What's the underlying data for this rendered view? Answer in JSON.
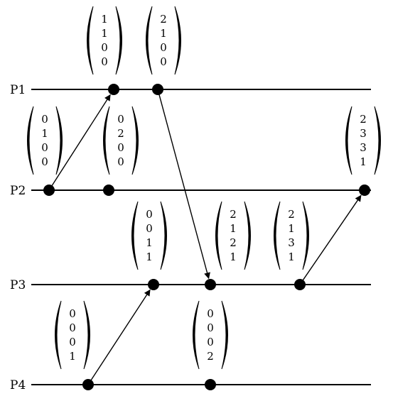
{
  "processes": [
    {
      "id": "p1",
      "label": "P1"
    },
    {
      "id": "p2",
      "label": "P2"
    },
    {
      "id": "p3",
      "label": "P3"
    },
    {
      "id": "p4",
      "label": "P4"
    }
  ],
  "events": [
    {
      "id": "p1-e1",
      "process": "p1",
      "vector": [
        "1",
        "1",
        "0",
        "0"
      ]
    },
    {
      "id": "p1-e2",
      "process": "p1",
      "vector": [
        "2",
        "1",
        "0",
        "0"
      ]
    },
    {
      "id": "p2-e1",
      "process": "p2",
      "vector": [
        "0",
        "1",
        "0",
        "0"
      ]
    },
    {
      "id": "p2-e2",
      "process": "p2",
      "vector": [
        "0",
        "2",
        "0",
        "0"
      ]
    },
    {
      "id": "p2-e3",
      "process": "p2",
      "vector": [
        "2",
        "3",
        "3",
        "1"
      ]
    },
    {
      "id": "p3-e1",
      "process": "p3",
      "vector": [
        "0",
        "0",
        "1",
        "1"
      ]
    },
    {
      "id": "p3-e2",
      "process": "p3",
      "vector": [
        "2",
        "1",
        "2",
        "1"
      ]
    },
    {
      "id": "p3-e3",
      "process": "p3",
      "vector": [
        "2",
        "1",
        "3",
        "1"
      ]
    },
    {
      "id": "p4-e1",
      "process": "p4",
      "vector": [
        "0",
        "0",
        "0",
        "1"
      ]
    },
    {
      "id": "p4-e2",
      "process": "p4",
      "vector": [
        "0",
        "0",
        "0",
        "2"
      ]
    }
  ],
  "messages": [
    {
      "id": "msg-p2-to-p1",
      "from": "p2-e1",
      "to": "p1-e1"
    },
    {
      "id": "msg-p1-to-p3",
      "from": "p1-e2",
      "to": "p3-e2"
    },
    {
      "id": "msg-p4-to-p3",
      "from": "p4-e1",
      "to": "p3-e1"
    },
    {
      "id": "msg-p3-to-p2",
      "from": "p3-e3",
      "to": "p2-e3"
    }
  ],
  "colors": {
    "ink": "#000000",
    "background": "#ffffff"
  }
}
